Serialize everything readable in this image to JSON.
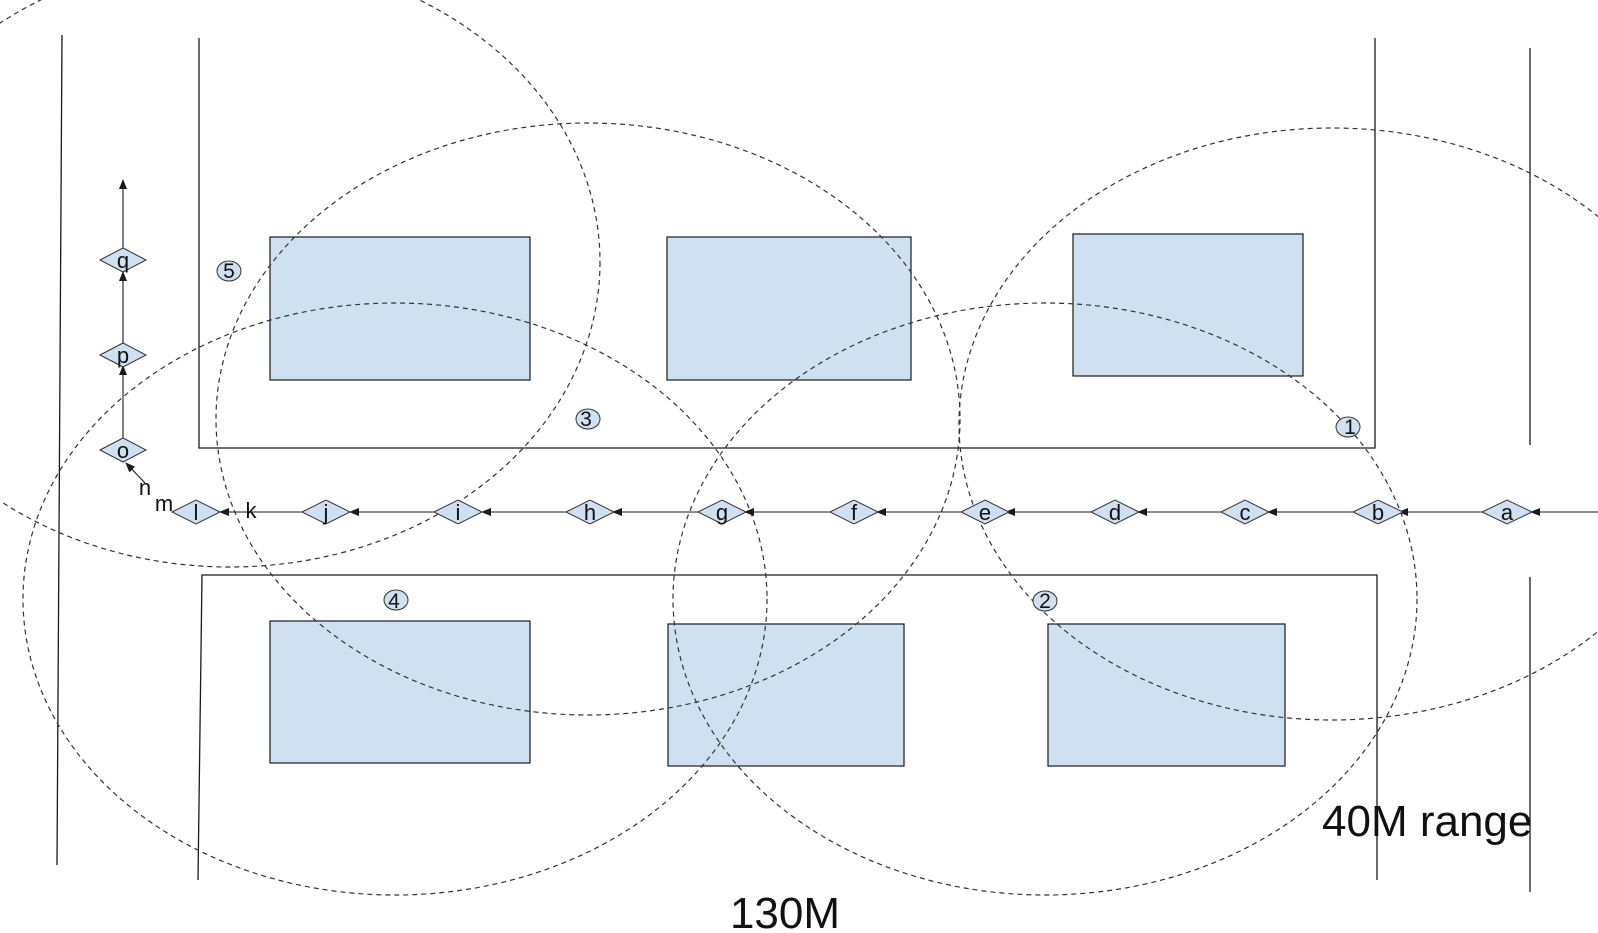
{
  "diagram": {
    "accent_fill": "#cfe0f1",
    "line_color": "#1a1a1a",
    "waypoints": [
      "a",
      "b",
      "c",
      "d",
      "e",
      "f",
      "g",
      "h",
      "i",
      "j",
      "k",
      "l",
      "m",
      "n",
      "o",
      "p",
      "q"
    ],
    "stations": [
      "1",
      "2",
      "3",
      "4",
      "5"
    ],
    "range_label": "40M range",
    "distance_label": "130M"
  }
}
